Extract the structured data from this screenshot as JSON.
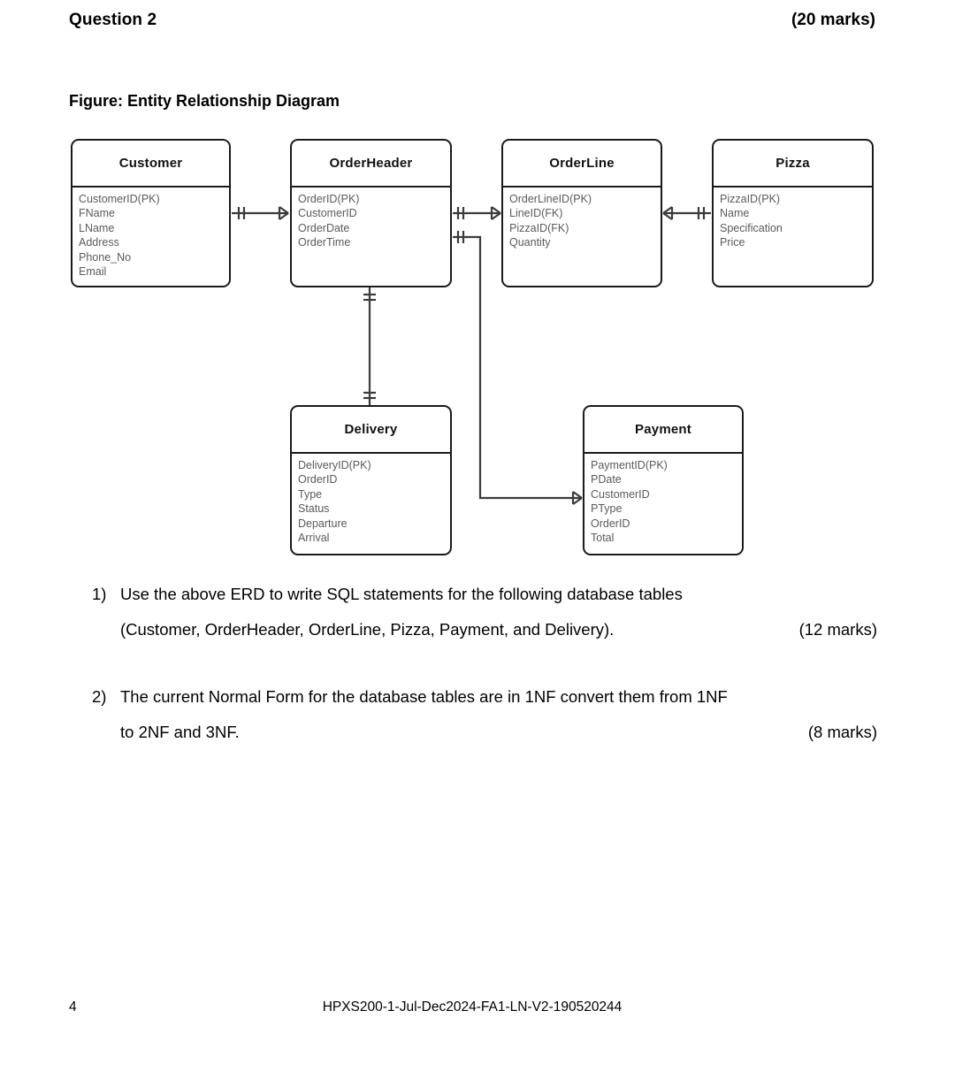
{
  "header": {
    "question_title": "Question 2",
    "marks": "(20 marks)"
  },
  "figure": {
    "caption": "Figure: Entity Relationship Diagram"
  },
  "erd": {
    "entities": [
      {
        "id": "customer",
        "name": "Customer",
        "attributes": [
          "CustomerID(PK)",
          "FName",
          "LName",
          "Address",
          "Phone_No",
          "Email"
        ]
      },
      {
        "id": "orderheader",
        "name": "OrderHeader",
        "attributes": [
          "OrderID(PK)",
          "CustomerID",
          "OrderDate",
          "OrderTime"
        ]
      },
      {
        "id": "orderline",
        "name": "OrderLine",
        "attributes": [
          "OrderLineID(PK)",
          "LineID(FK)",
          "PizzaID(FK)",
          "Quantity"
        ]
      },
      {
        "id": "pizza",
        "name": "Pizza",
        "attributes": [
          "PizzaID(PK)",
          "Name",
          "Specification",
          "Price"
        ]
      },
      {
        "id": "delivery",
        "name": "Delivery",
        "attributes": [
          "DeliveryID(PK)",
          "OrderID",
          "Type",
          "Status",
          "Departure",
          "Arrival"
        ]
      },
      {
        "id": "payment",
        "name": "Payment",
        "attributes": [
          "PaymentID(PK)",
          "PDate",
          "CustomerID",
          "PType",
          "OrderID",
          "Total"
        ]
      }
    ],
    "relationships": [
      {
        "id": "customer-orderheader",
        "from": "Customer",
        "to": "OrderHeader",
        "from_cardinality": "one",
        "to_cardinality": "many"
      },
      {
        "id": "orderheader-orderline",
        "from": "OrderHeader",
        "to": "OrderLine",
        "from_cardinality": "one",
        "to_cardinality": "many"
      },
      {
        "id": "orderline-pizza",
        "from": "OrderLine",
        "to": "Pizza",
        "from_cardinality": "many",
        "to_cardinality": "one"
      },
      {
        "id": "orderheader-delivery",
        "from": "OrderHeader",
        "to": "Delivery",
        "from_cardinality": "one",
        "to_cardinality": "one"
      },
      {
        "id": "orderheader-payment",
        "from": "OrderHeader",
        "to": "Payment",
        "from_cardinality": "one",
        "to_cardinality": "many"
      }
    ]
  },
  "questions": [
    {
      "number": "1)",
      "text": "Use the above ERD to write SQL statements for the following database tables",
      "text_line2": "(Customer, OrderHeader, OrderLine, Pizza, Payment, and Delivery).",
      "marks": "(12 marks)"
    },
    {
      "number": "2)",
      "text": "The current Normal Form for the database tables are in 1NF convert them from 1NF",
      "text_line2": "to 2NF and 3NF.",
      "marks": "(8 marks)"
    }
  ],
  "footer": {
    "page_number": "4",
    "document_code": "HPXS200-1-Jul-Dec2024-FA1-LN-V2-190520244"
  },
  "colors": {
    "text": "#000000",
    "attribute_text": "#5a5a5a",
    "border": "#1a1a1a",
    "connector": "#3b3b3b",
    "background": "#ffffff"
  }
}
